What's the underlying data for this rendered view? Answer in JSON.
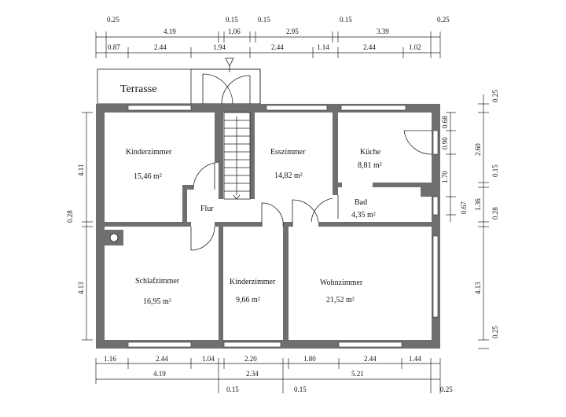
{
  "terrace": "Terrasse",
  "rooms": {
    "kinderzimmer1": {
      "name": "Kinderzimmer",
      "area": "15,46 m²"
    },
    "esszimmer": {
      "name": "Esszimmer",
      "area": "14,82 m²"
    },
    "kueche": {
      "name": "Küche",
      "area": "8,81 m²"
    },
    "bad": {
      "name": "Bad",
      "area": "4,35 m²"
    },
    "flur": {
      "name": "Flur"
    },
    "schlafzimmer": {
      "name": "Schlafzimmer",
      "area": "16,95 m²"
    },
    "kinderzimmer2": {
      "name": "Kinderzimmer",
      "area": "9,66 m²"
    },
    "wohnzimmer": {
      "name": "Wohnzimmer",
      "area": "21,52 m²"
    }
  },
  "dims": {
    "top1": [
      "0.25",
      "4.19",
      "0.15",
      "1.06",
      "0.15",
      "2.95",
      "0.15",
      "3.39",
      "0.25"
    ],
    "top2": [
      "0.87",
      "2.44",
      "1.94",
      "2.44",
      "1.14",
      "2.44",
      "1.02"
    ],
    "bot1": [
      "1.16",
      "2.44",
      "1.04",
      "2.20",
      "1.80",
      "2.44",
      "1.44"
    ],
    "bot2": [
      "4.19",
      "2.34",
      "5.21"
    ],
    "bot3": [
      "0.15",
      "0.15",
      "0.25"
    ],
    "left": [
      "4.11",
      "0.28",
      "4.13"
    ],
    "right_inner": [
      "0.68",
      "0.90",
      "1.70",
      "0.67"
    ],
    "right_outer": [
      "0.25",
      "2.60",
      "0.15",
      "1.36",
      "0.28",
      "4.13",
      "0.25"
    ]
  }
}
